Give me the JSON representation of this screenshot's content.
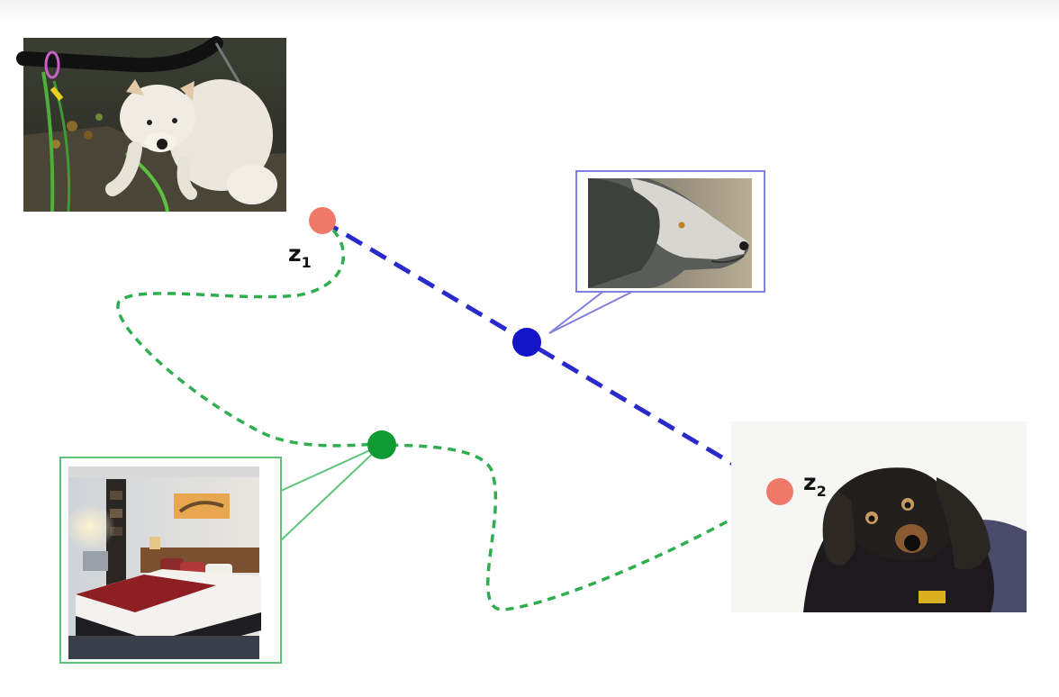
{
  "labels": {
    "z1": {
      "main": "z",
      "sub": "1"
    },
    "z2": {
      "main": "z",
      "sub": "2"
    }
  },
  "icons": {
    "white_dog": "photo-white-dog-icon",
    "collie": "photo-collie-dog-icon",
    "bedroom": "photo-bedroom-icon",
    "dachshund": "photo-dachshund-icon"
  },
  "colors": {
    "endpoint": "#f07a6a",
    "linear_path": "#2a2acc",
    "curved_path": "#2fae4f",
    "linear_midpoint": "#1414c8",
    "curved_midpoint": "#0f9a34",
    "linear_callout_border": "#8080e0",
    "curved_callout_border": "#5ec47a"
  }
}
